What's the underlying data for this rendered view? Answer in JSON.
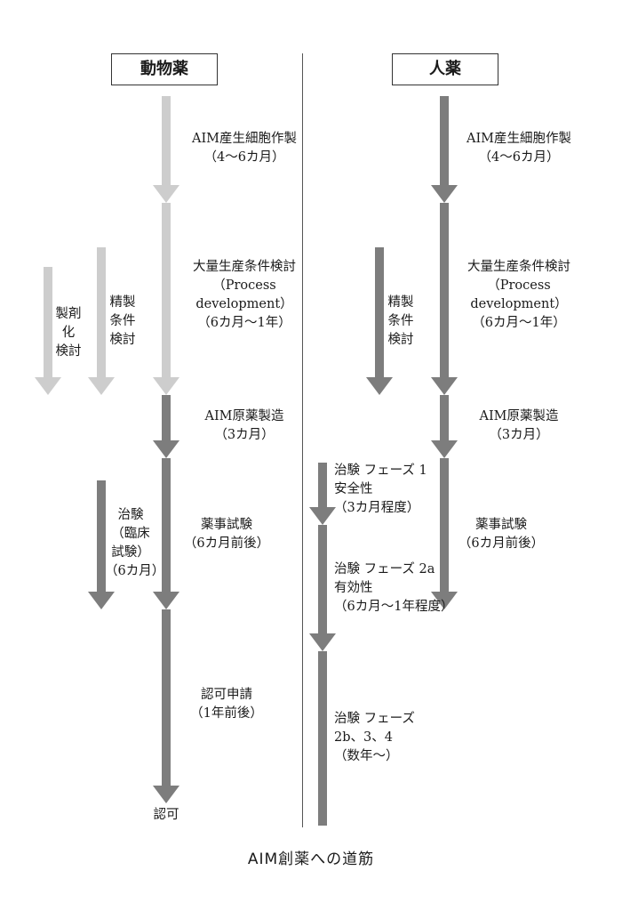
{
  "headers": {
    "animal": "動物薬",
    "human": "人薬"
  },
  "animal": {
    "step1": "AIM産生細胞作製\n（4〜6カ月）",
    "step2": "大量生産条件検討\n（Process\ndevelopment）\n（6カ月〜1年）",
    "formulation": "製剤\n化\n検討",
    "purification": "精製\n条件\n検討",
    "step3": "AIM原薬製造\n（3カ月）",
    "clinical": "治験\n（臨床\n試験）\n（6カ月）",
    "step4": "薬事試験\n（6カ月前後）",
    "step5": "認可申請\n（1年前後）",
    "approval": "認可"
  },
  "human": {
    "step1": "AIM産生細胞作製\n（4〜6カ月）",
    "step2": "大量生産条件検討\n（Process\ndevelopment）\n（6カ月〜1年）",
    "purification": "精製\n条件\n検討",
    "step3": "AIM原薬製造\n（3カ月）",
    "phase1": "治験 フェーズ 1\n安全性\n（3カ月程度）",
    "phase2a": "治験 フェーズ 2a\n有効性\n（6カ月〜1年程度）",
    "phase2b": "治験 フェーズ\n2b、3、4\n（数年〜）",
    "step4": "薬事試験\n（6カ月前後）"
  },
  "caption": "AIM創薬への道筋",
  "colors": {
    "light": "#cdcdcd",
    "dark": "#7d7d7d"
  }
}
